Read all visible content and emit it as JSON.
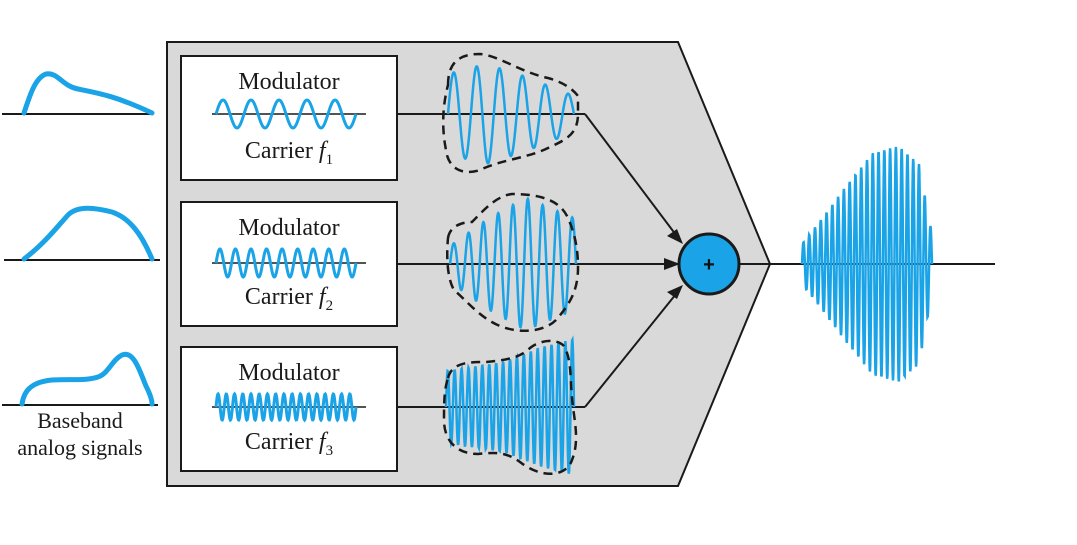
{
  "colors": {
    "signal": "#1aa3e6",
    "panel_fill": "#d9d9d9",
    "stroke": "#1a1a1a",
    "summer_fill": "#1aa3e6"
  },
  "caption": {
    "line1": "Baseband",
    "line2": "analog signals"
  },
  "modulators": [
    {
      "title": "Modulator",
      "carrier_text": "Carrier ",
      "carrier_symbol": "f",
      "carrier_index": "1"
    },
    {
      "title": "Modulator",
      "carrier_text": "Carrier ",
      "carrier_symbol": "f",
      "carrier_index": "2"
    },
    {
      "title": "Modulator",
      "carrier_text": "Carrier ",
      "carrier_symbol": "f",
      "carrier_index": "3"
    }
  ],
  "summer": {
    "symbol": "+"
  },
  "icons": {
    "summer": "plus-circle-icon",
    "arrow": "arrow-icon"
  }
}
